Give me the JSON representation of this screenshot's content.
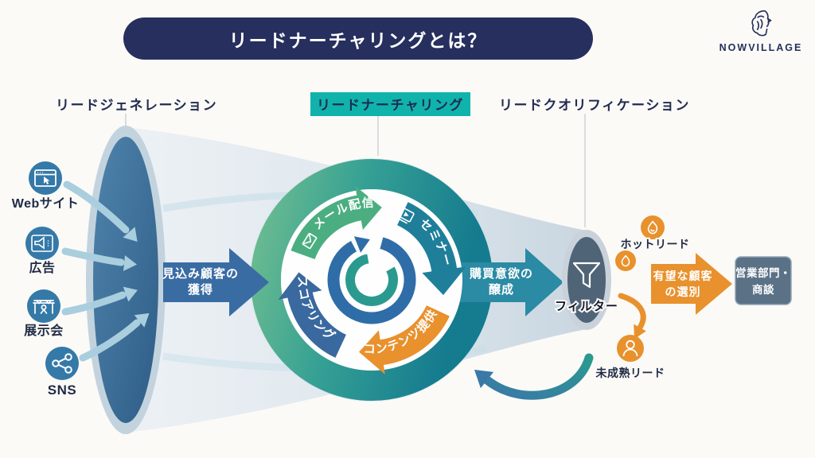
{
  "title": "リードナーチャリングとは？",
  "brand": "NOWVILLAGE",
  "sections": {
    "generation": "リードジェネレーション",
    "nurturing": "リードナーチャリング",
    "qualification": "リードクオリフィケーション"
  },
  "sources": [
    {
      "label": "Webサイト",
      "icon": "browser-icon"
    },
    {
      "label": "広告",
      "icon": "megaphone-icon"
    },
    {
      "label": "展示会",
      "icon": "exhibition-booth-icon"
    },
    {
      "label": "SNS",
      "icon": "share-icon"
    }
  ],
  "arrows": {
    "acquire": [
      "見込み顧客の",
      "獲得"
    ],
    "cultivate": [
      "購買意欲の",
      "醸成"
    ],
    "select": [
      "有望な顧客",
      "の選別"
    ]
  },
  "cycle": [
    {
      "label": "メール配信",
      "icon": "envelope-icon",
      "color": "#4bae81"
    },
    {
      "label": "セミナー",
      "icon": "presentation-icon",
      "color": "#1f7f9b"
    },
    {
      "label": "コンテンツ提供",
      "icon": "",
      "color": "#e8912d"
    },
    {
      "label": "スコアリング",
      "icon": "",
      "color": "#39699f"
    }
  ],
  "filter": "フィルター",
  "filter_icon": "funnel-icon",
  "leads": {
    "hot": "ホットリード",
    "hot_icon": "flame-icon",
    "immature": "未成熟リード",
    "immature_icon": "person-icon"
  },
  "sales": [
    "営業部門・",
    "商談"
  ],
  "colors": {
    "navy": "#262f5d",
    "teal_highlight": "#10b3ab",
    "source_blue": "#3579a8",
    "entry_arrow": "#a9cede",
    "arrow_blue": "#3a6ca4",
    "arrow_teal": "#2b8aa4",
    "orange": "#e8912d",
    "sales_box": "#5a7186"
  }
}
